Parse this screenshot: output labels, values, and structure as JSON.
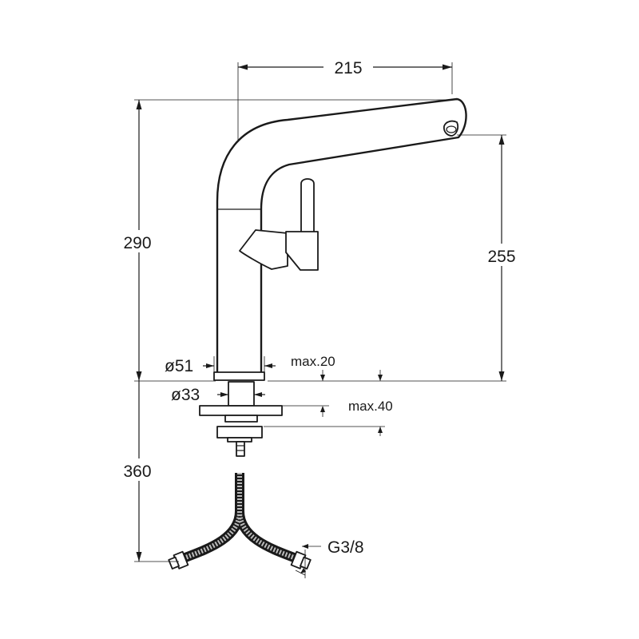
{
  "dimensions": {
    "spout_reach": "215",
    "total_height": "290",
    "spout_height": "255",
    "hose_length": "360",
    "base_diameter": "ø51",
    "shank_diameter": "ø33",
    "max_deck_thickness_top": "max.20",
    "max_deck_thickness_bottom": "max.40",
    "hose_thread": "G3/8"
  },
  "colors": {
    "line": "#1a1a1a",
    "background": "#ffffff"
  }
}
